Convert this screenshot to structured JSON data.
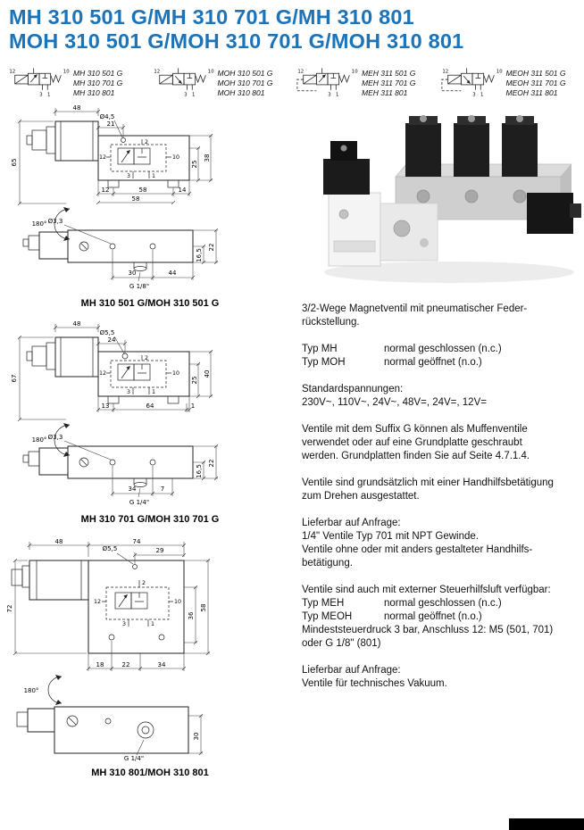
{
  "title": {
    "line1": "MH 310 501 G/MH 310 701 G/MH 310 801",
    "line2": "MOH 310 501 G/MOH 310 701 G/MOH 310 801"
  },
  "colors": {
    "title_blue": "#1b74ba",
    "ink": "#111111"
  },
  "symbols": [
    {
      "variants": [
        "MH 310 501 G",
        "MH 310 701 G",
        "MH 310 801"
      ],
      "ports": {
        "pilot": "12",
        "vent": "10",
        "exhaust": "3",
        "inlet": "1"
      }
    },
    {
      "variants": [
        "MOH 310 501 G",
        "MOH 310 701 G",
        "MOH 310 801"
      ],
      "ports": {
        "pilot": "12",
        "vent": "10",
        "exhaust": "3",
        "inlet": "1"
      }
    },
    {
      "variants": [
        "MEH 311 501 G",
        "MEH 311 701 G",
        "MEH 311 801"
      ],
      "ports": {
        "pilot": "12",
        "vent": "10",
        "exhaust": "3",
        "inlet": "1"
      }
    },
    {
      "variants": [
        "MEOH 311 501 G",
        "MEOH 311 701 G",
        "MEOH 311 801"
      ],
      "ports": {
        "pilot": "12",
        "vent": "10",
        "exhaust": "3",
        "inlet": "1"
      }
    }
  ],
  "drawings": [
    {
      "caption": "MH 310 501 G/MOH 310 501 G",
      "ports": {
        "p2": "2",
        "p12": "12",
        "p10": "10",
        "p3": "3",
        "p1": "1"
      },
      "dims": {
        "coil_width": "48",
        "hole_dia": "Ø4,5",
        "hole_offset": "21",
        "overall_height": "65",
        "right_inner": "25",
        "right_outer": "38",
        "below_left": "12",
        "below_mid": "58",
        "below_right": "14",
        "below_total": "58",
        "swivel": "180°",
        "mount_hole_dia": "Ø3,3",
        "mount_spacing": "30",
        "mount_span": "44",
        "side_inner": "16,5",
        "side_outer": "22",
        "thread": "G 1/8\""
      }
    },
    {
      "caption": "MH 310 701 G/MOH 310 701 G",
      "ports": {
        "p2": "2",
        "p12": "12",
        "p10": "10",
        "p3": "3",
        "p1": "1"
      },
      "dims": {
        "coil_width": "48",
        "hole_dia": "Ø5,5",
        "hole_offset": "24",
        "overall_height": "67",
        "right_inner": "25",
        "right_outer": "40",
        "below_left": "13",
        "below_mid": "64",
        "below_right": "1",
        "swivel": "180°",
        "mount_hole_dia": "Ø3,3",
        "mount_spacing": "34",
        "mount_span": "7",
        "side_inner": "16,5",
        "side_outer": "22",
        "thread": "G 1/4\""
      }
    },
    {
      "caption": "MH 310 801/MOH 310 801",
      "ports": {
        "p2": "2",
        "p12": "12",
        "p10": "10",
        "p3": "3",
        "p1": "1"
      },
      "dims": {
        "coil_width": "48",
        "body_width": "74",
        "hole_dia": "Ø5,5",
        "hole_offset": "29",
        "overall_height": "72",
        "right_inner": "36",
        "right_outer": "58",
        "below_left": "18",
        "below_mid": "22",
        "below_right": "34",
        "swivel": "180°",
        "thread": "G 1/4\"",
        "side_depth": "30"
      }
    }
  ],
  "info": {
    "blocks": [
      {
        "lines": [
          "3/2-Wege Magnetventil mit pneumatischer Feder-",
          "rückstellung."
        ]
      },
      {
        "pairs": [
          {
            "label": "Typ MH",
            "value": "normal geschlossen (n.c.)"
          },
          {
            "label": "Typ MOH",
            "value": "normal geöffnet (n.o.)"
          }
        ]
      },
      {
        "lines": [
          "Standardspannungen:",
          "230V~, 110V~, 24V~, 48V=, 24V=, 12V="
        ]
      },
      {
        "lines": [
          "Ventile mit dem Suffix G können als Muffenventile",
          "verwendet oder auf eine Grundplatte geschraubt",
          "werden. Grundplatten finden Sie auf Seite 4.7.1.4."
        ]
      },
      {
        "lines": [
          "Ventile sind grundsätzlich mit einer Handhilfsbetätigung",
          "zum Drehen ausgestattet."
        ]
      },
      {
        "lines": [
          "Lieferbar auf Anfrage:",
          "1/4\" Ventile Typ 701 mit NPT Gewinde.",
          "Ventile ohne oder mit anders gestalteter Handhilfs-",
          "betätigung."
        ]
      },
      {
        "lines": [
          "Ventile sind auch mit externer Steuerhilfsluft verfügbar:"
        ]
      },
      {
        "pairs": [
          {
            "label": "Typ MEH",
            "value": "normal geschlossen (n.c.)"
          },
          {
            "label": "Typ MEOH",
            "value": "normal geöffnet (n.o.)"
          }
        ]
      },
      {
        "lines": [
          "Mindeststeuerdruck 3 bar, Anschluss 12: M5 (501, 701)",
          "oder G 1/8\" (801)"
        ]
      },
      {
        "lines": [
          "Lieferbar auf Anfrage:",
          "Ventile für technisches Vakuum."
        ]
      }
    ]
  }
}
